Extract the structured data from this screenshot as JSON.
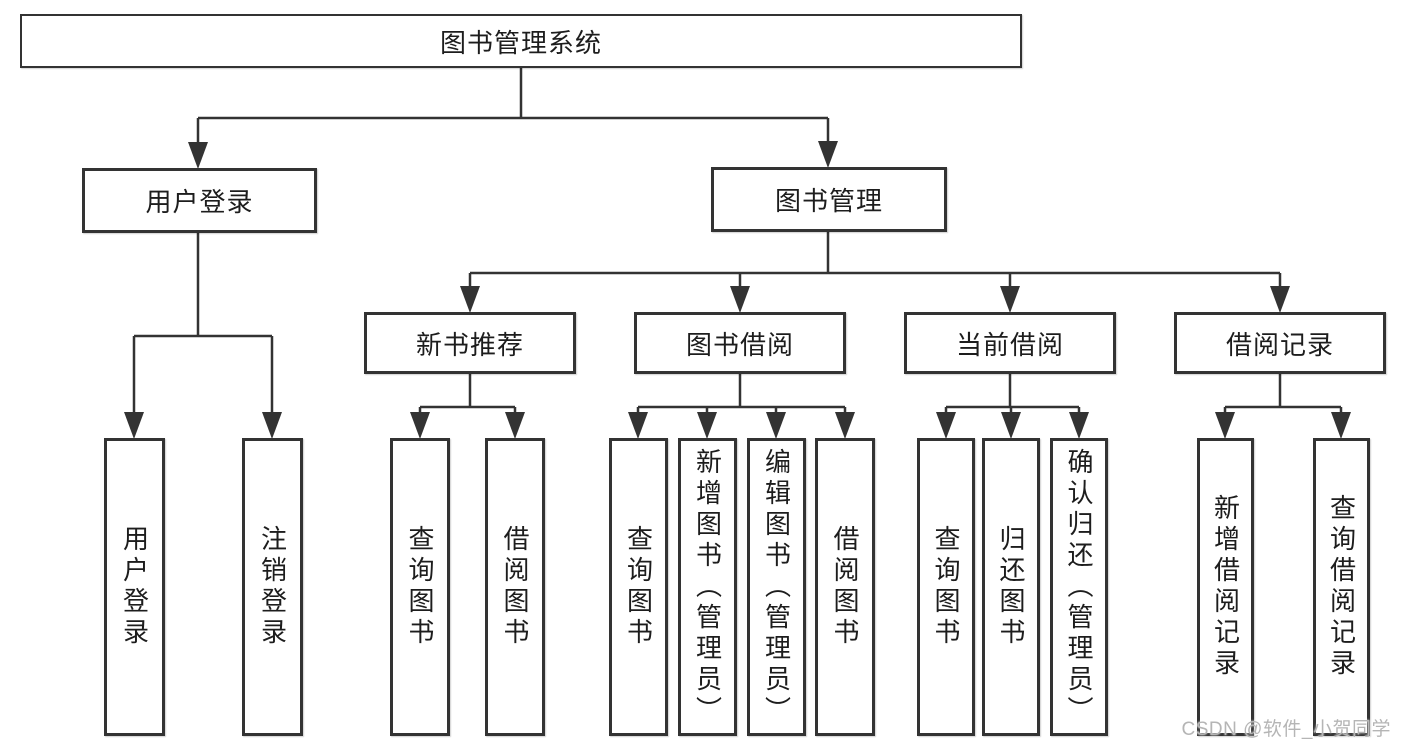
{
  "diagram": {
    "root": {
      "label": "图书管理系统"
    },
    "branches": [
      {
        "label": "用户登录",
        "children": [
          {
            "label": "用户登录"
          },
          {
            "label": "注销登录"
          }
        ]
      },
      {
        "label": "图书管理",
        "children": [
          {
            "label": "新书推荐",
            "children": [
              {
                "label": "查询图书"
              },
              {
                "label": "借阅图书"
              }
            ]
          },
          {
            "label": "图书借阅",
            "children": [
              {
                "label": "查询图书"
              },
              {
                "label": "新增图书（管理员）"
              },
              {
                "label": "编辑图书（管理员）"
              },
              {
                "label": "借阅图书"
              }
            ]
          },
          {
            "label": "当前借阅",
            "children": [
              {
                "label": "查询图书"
              },
              {
                "label": "归还图书"
              },
              {
                "label": "确认归还（管理员）"
              }
            ]
          },
          {
            "label": "借阅记录",
            "children": [
              {
                "label": "新增借阅记录"
              },
              {
                "label": "查询借阅记录"
              }
            ]
          }
        ]
      }
    ]
  },
  "watermark": "CSDN @软件_小贺同学",
  "colors": {
    "line": "#333333",
    "text": "#1d1d1d",
    "background": "#ffffff",
    "watermark": "#b5b5b5"
  }
}
